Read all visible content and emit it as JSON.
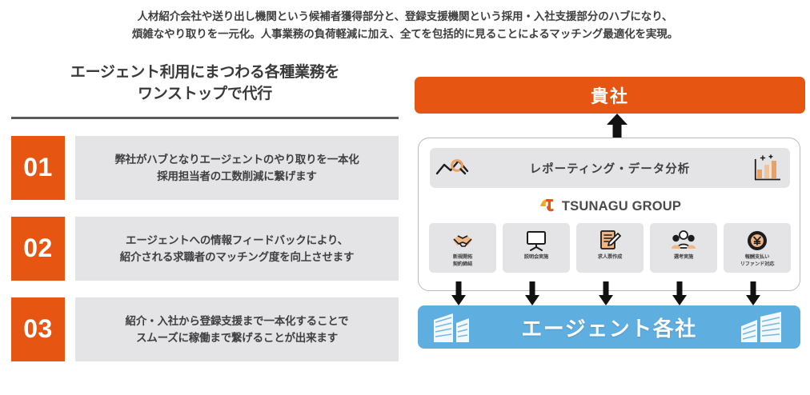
{
  "lead": {
    "line1": "人材紹介会社や送り出し機関という候補者獲得部分と、登録支援機関という採用・入社支援部分のハブになり、",
    "line2": "煩雑なやり取りを一元化。人事業務の負荷軽減に加え、全てを包括的に見ることによるマッチング最適化を実現。"
  },
  "left": {
    "heading_line1": "エージェント利用にまつわる各種業務を",
    "heading_line2": "ワンストップで代行",
    "points": [
      {
        "number": "01",
        "text_line1": "弊社がハブとなりエージェントのやり取りを一本化",
        "text_line2": "採用担当者の工数削減に繋げます"
      },
      {
        "number": "02",
        "text_line1": "エージェントへの情報フィードバックにより、",
        "text_line2": "紹介される求職者のマッチング度を向上させます"
      },
      {
        "number": "03",
        "text_line1": "紹介・入社から登録支援まで一本化することで",
        "text_line2": "スムーズに稼働まで繋げることが出来ます"
      }
    ]
  },
  "right": {
    "client_bar_label": "貴社",
    "report_strip": {
      "label": "レポーティング・データ分析",
      "left_icon": "chart-magnifier-icon",
      "right_icon": "bar-chart-sparkle-icon"
    },
    "logo": {
      "mark": "tsunagu-logo-mark-icon",
      "text": "TSUNAGU GROUP"
    },
    "cards": [
      {
        "icon": "handshake-icon",
        "label_line1": "新規開拓",
        "label_line2": "契約締結"
      },
      {
        "icon": "presentation-board-icon",
        "label_line1": "説明会実施",
        "label_line2": ""
      },
      {
        "icon": "document-pen-icon",
        "label_line1": "求人票作成",
        "label_line2": ""
      },
      {
        "icon": "people-group-icon",
        "label_line1": "選考実施",
        "label_line2": ""
      },
      {
        "icon": "yen-coin-icon",
        "label_line1": "報酬支払い",
        "label_line2": "リファンド対応"
      }
    ],
    "agency_bar": {
      "label": "エージェント各社",
      "left_icon": "buildings-icon",
      "right_icon": "buildings-icon"
    }
  },
  "colors": {
    "orange": "#E75513",
    "blue": "#5FAEE0",
    "gray_panel": "#E4E4E7",
    "rule": "#595959",
    "icon_orange": "#E8A166"
  }
}
